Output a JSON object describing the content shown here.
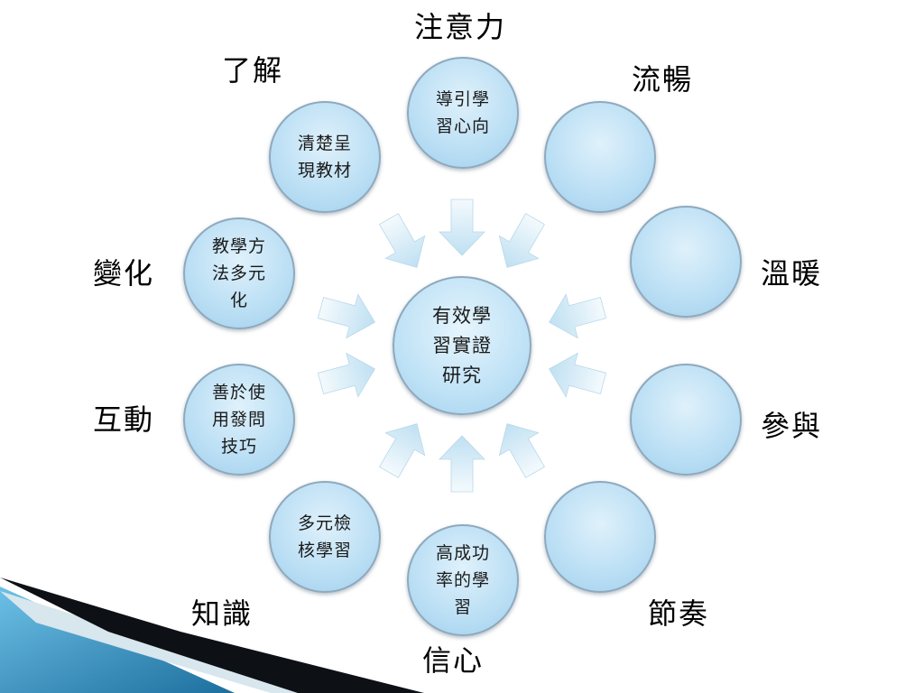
{
  "diagram": {
    "center": {
      "text": "有效學\n習實證\n研究"
    },
    "nodes": [
      {
        "id": "top",
        "text": "導引學\n習心向",
        "label": "注意力"
      },
      {
        "id": "top-right",
        "text": "",
        "label": "流暢"
      },
      {
        "id": "right-upper",
        "text": "",
        "label": "溫暖"
      },
      {
        "id": "right-lower",
        "text": "",
        "label": "參與"
      },
      {
        "id": "bottom-right",
        "text": "",
        "label": "節奏"
      },
      {
        "id": "bottom",
        "text": "高成功\n率的學\n習",
        "label": "信心"
      },
      {
        "id": "bottom-left",
        "text": "多元檢\n核學習",
        "label": "知識"
      },
      {
        "id": "left-lower",
        "text": "善於使\n用發問\n技巧",
        "label": "互動"
      },
      {
        "id": "left-upper",
        "text": "教學方\n法多元\n化",
        "label": "變化"
      },
      {
        "id": "top-left",
        "text": "清楚呈\n現教材",
        "label": "了解"
      }
    ]
  },
  "colors": {
    "circle_fill": "#b9def4",
    "circle_border": "#8fa9bd",
    "arrow_fill": "#cfe8f5",
    "corner_dark": "#0d1014",
    "corner_blue": "#2f8fbf"
  }
}
